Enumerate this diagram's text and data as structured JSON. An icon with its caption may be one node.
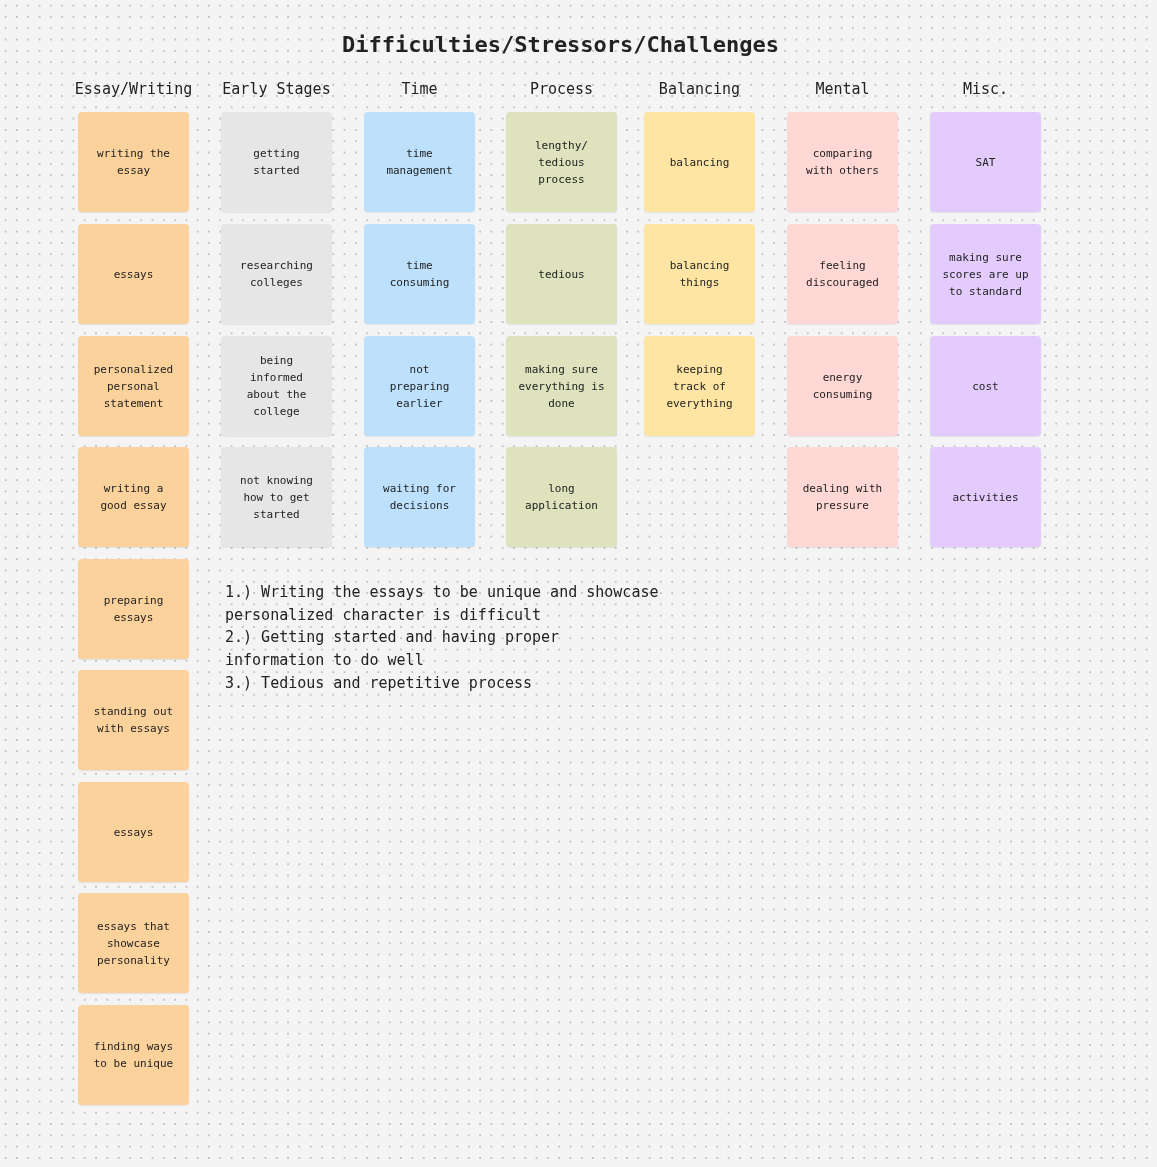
{
  "diagram": {
    "title": "Difficulties/Stressors/Challenges",
    "nodes": [
      {
        "text": [
          "writing the essay"
        ]
      },
      {
        "text": [
          "essays"
        ]
      },
      {
        "text": [
          "personalized personal statement"
        ]
      },
      {
        "text": [
          "writing a good essay"
        ]
      },
      {
        "text": [
          "preparing essays"
        ]
      },
      {
        "text": [
          "standing out with essays"
        ]
      },
      {
        "text": [
          "essays"
        ]
      },
      {
        "text": [
          "essays that showcase personality"
        ]
      },
      {
        "text": [
          "finding ways to be unique"
        ]
      },
      {
        "text": [
          "getting started"
        ]
      },
      {
        "text": [
          "researching colleges"
        ]
      },
      {
        "text": [
          "being informed about the college"
        ]
      },
      {
        "text": [
          "not knowing how to get started"
        ]
      },
      {
        "text": [
          "time management"
        ]
      },
      {
        "text": [
          "time consuming"
        ]
      },
      {
        "text": [
          "not preparing earlier"
        ]
      },
      {
        "text": [
          "waiting for decisions"
        ]
      },
      {
        "text": [
          "lengthy/ tedious process"
        ]
      },
      {
        "text": [
          "tedious"
        ]
      },
      {
        "text": [
          "making sure everything is done"
        ]
      },
      {
        "text": [
          "long application"
        ]
      },
      {
        "text": [
          "balancing"
        ]
      },
      {
        "text": [
          "balancing things"
        ]
      },
      {
        "text": [
          "keeping track of everything"
        ]
      },
      {
        "text": [
          "comparing with others"
        ]
      },
      {
        "text": [
          "feeling discouraged"
        ]
      },
      {
        "text": [
          "energy consuming"
        ]
      },
      {
        "text": [
          "dealing with pressure"
        ]
      },
      {
        "text": [
          "SAT"
        ]
      },
      {
        "text": [
          "making sure scores are up to standard"
        ]
      },
      {
        "text": [
          "cost"
        ]
      },
      {
        "text": [
          "activities"
        ]
      }
    ],
    "labels": [
      "Essay/Writing",
      "Early Stages",
      "Time",
      "Process",
      "Balancing",
      "Mental",
      "Misc.",
      "1.) Writing the essays to be unique and showcase personalized character is difficult",
      "2.) Getting started and having proper information to do well",
      "3.) Tedious and repetitive process"
    ]
  }
}
